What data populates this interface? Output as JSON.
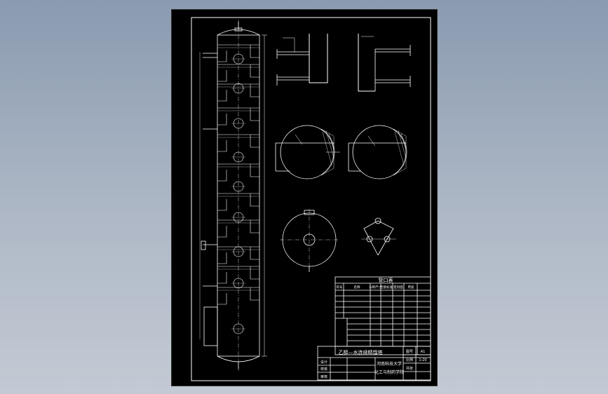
{
  "viewport": {
    "background": "#9aa8ba"
  },
  "sheet": {
    "background": "#000000",
    "line_color": "#ffffff"
  },
  "views": {
    "detail_a_caption": "",
    "detail_b_caption": "",
    "section_a_caption": "",
    "section_b_caption": "",
    "nozzle_plan_caption": "",
    "manhole_caption": ""
  },
  "nozzle_table": {
    "title": "管口表",
    "columns": [
      "符号",
      "名称",
      "公称尺寸",
      "连接标准",
      "密封面",
      "用途"
    ]
  },
  "title_block": {
    "drawing_title": "乙醇—水连续精馏塔",
    "organization_line1": "河南科技大学",
    "organization_line2": "化工与制药学院",
    "role_labels": [
      "设计",
      "校核",
      "审核"
    ],
    "field_labels": [
      "图号",
      "比例",
      "共张"
    ],
    "field_values": [
      "A1",
      "1:20",
      ""
    ]
  }
}
